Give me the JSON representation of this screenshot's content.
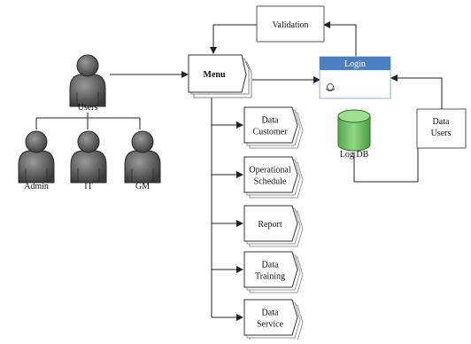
{
  "actors": {
    "users": "Users",
    "admin": "Admin",
    "it": "IT",
    "gm": "GM"
  },
  "validation": "Validation",
  "menu": "Menu",
  "login": {
    "title": "Login",
    "header_color": "#4a7fc1"
  },
  "log_db": {
    "label": "Log DB",
    "color": "#74c46a"
  },
  "data_users": [
    "Data",
    "Users"
  ],
  "modules": [
    [
      "Data",
      "Customer"
    ],
    [
      "Operational",
      "Schedule"
    ],
    [
      "Report"
    ],
    [
      "Data",
      "Training"
    ],
    [
      "Data",
      "Service"
    ]
  ]
}
